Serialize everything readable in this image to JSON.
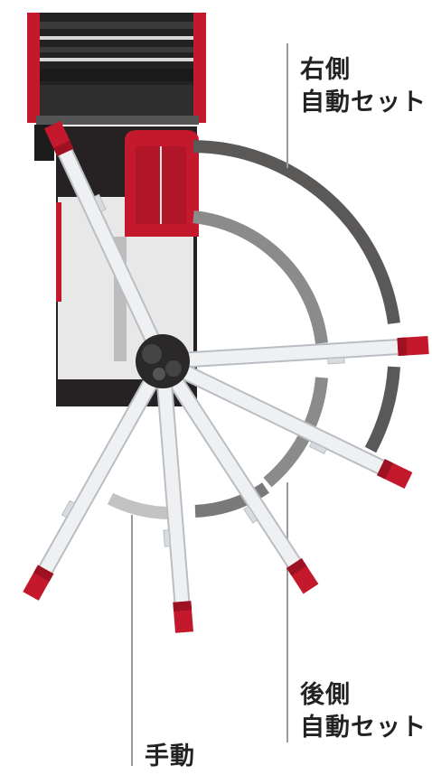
{
  "labels": {
    "right_auto": {
      "line1": "右側",
      "line2": "自動セット"
    },
    "rear_auto": {
      "line1": "後側",
      "line2": "自動セット"
    },
    "manual": {
      "line1": "手動"
    }
  },
  "colors": {
    "machine_red": "#c4182d",
    "machine_red_dark": "#9e1123",
    "arm_light": "#eef0f2",
    "arm_outline": "#b9bec4",
    "arc_dark": "#5b5858",
    "arc_mid": "#8c8b8b",
    "arc_light": "#c4c3c3",
    "body_dark": "#262223",
    "body_panel": "#e8e8e8",
    "leader_line": "#9a9a9a"
  },
  "icons": [
    "machine-header",
    "cab",
    "arm-pivot-hub",
    "auger-arm"
  ]
}
